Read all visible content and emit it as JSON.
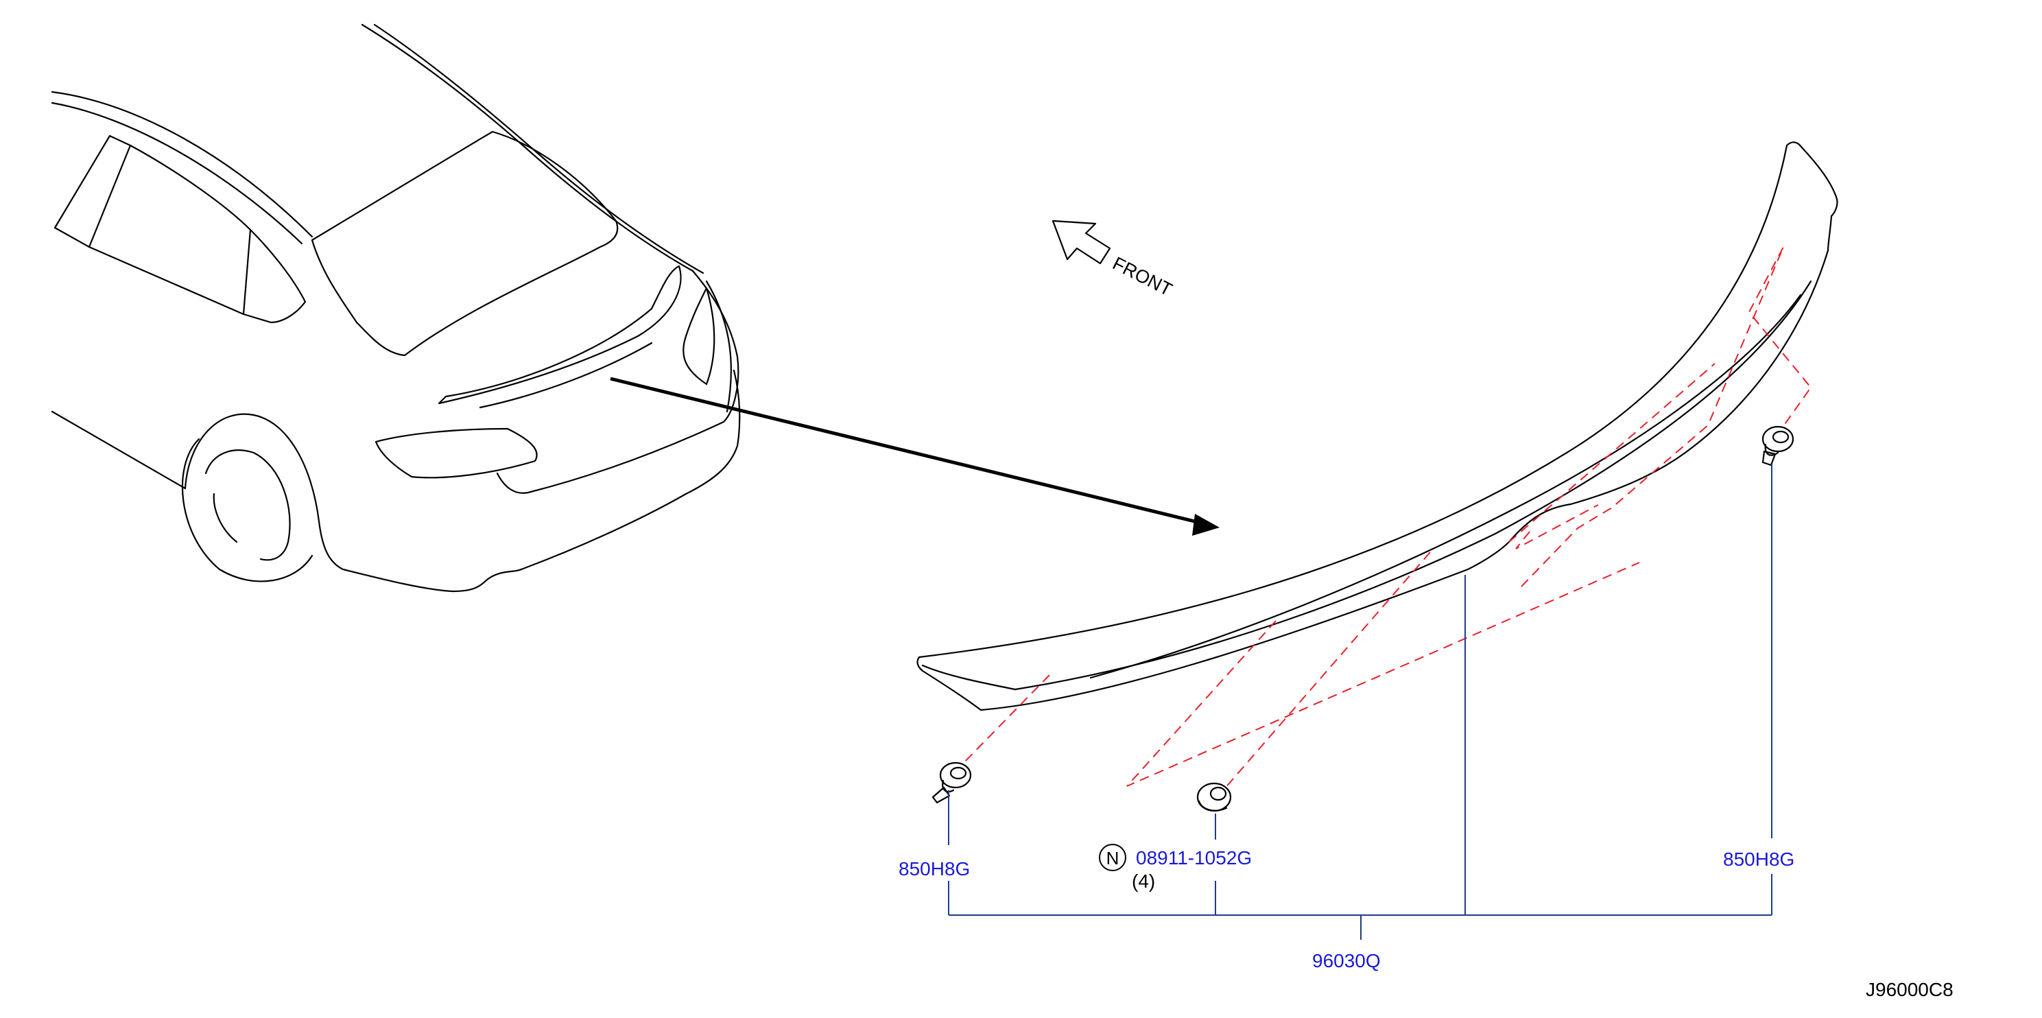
{
  "diagram": {
    "direction_label": "FRONT",
    "parts": [
      {
        "number": "850H8G",
        "position": "left-clip"
      },
      {
        "number": "08911-1052G",
        "position": "center-nut",
        "prefix_symbol": "N",
        "quantity": "(4)"
      },
      {
        "number": "850H8G",
        "position": "right-clip"
      },
      {
        "number": "96030Q",
        "position": "assembly"
      }
    ],
    "drawing_code": "J96000C8",
    "colors": {
      "line": "#000000",
      "part_number_text": "#1a1ad6",
      "leader_lines": "#1f3c88",
      "dashed_guides": "#e8202a"
    },
    "icons": [
      "front-direction-arrow-icon",
      "n-circle-icon"
    ]
  }
}
